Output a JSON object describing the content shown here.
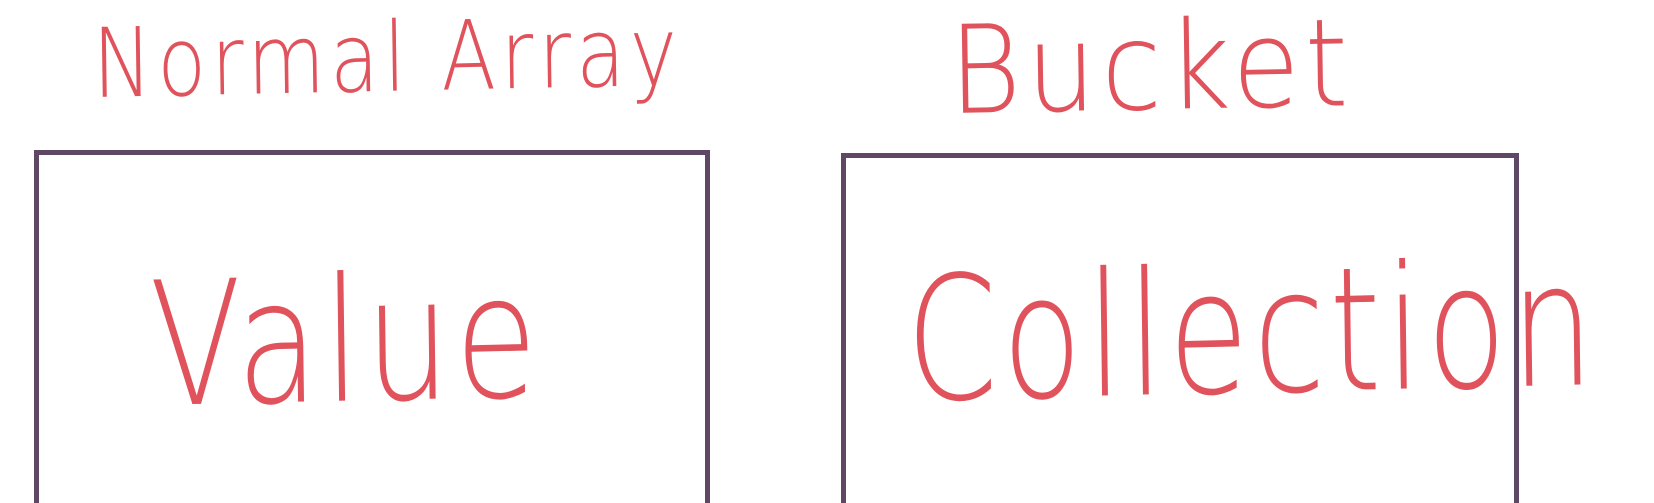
{
  "diagram": {
    "left_panel": {
      "title": "Normal Array",
      "content": "Value"
    },
    "right_panel": {
      "title": "Bucket",
      "content": "Collection"
    }
  },
  "colors": {
    "ink": "#e0525c",
    "box_border": "#5f4766",
    "background": "#ffffff"
  }
}
